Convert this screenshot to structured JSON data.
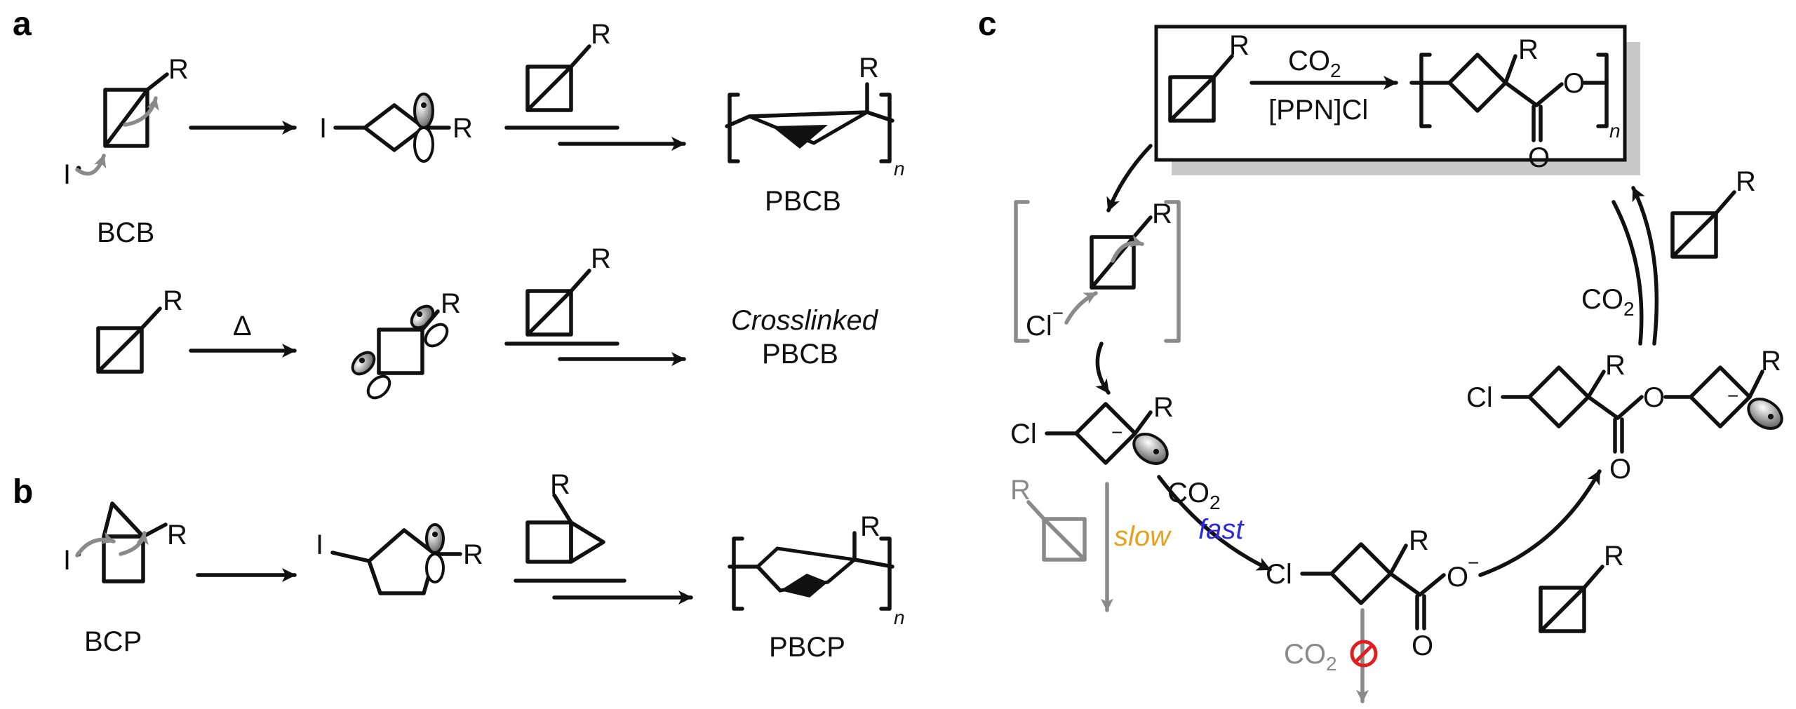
{
  "panels": {
    "a": "a",
    "b": "b",
    "c": "c"
  },
  "colors": {
    "ink": "#111111",
    "gray": "#8a8a8a",
    "slow": "#e8a020",
    "fast": "#2b2bd8",
    "forbidden": "#e02020"
  },
  "panel_a": {
    "row1": {
      "iodine_radical": "I",
      "substituent": "R",
      "monomer_name": "BCB",
      "intermediate_atom": "I",
      "intermediate_substituent": "R",
      "reagent_substituent": "R",
      "polymer_substituent": "R",
      "polymer_subscript": "n",
      "polymer_name": "PBCB"
    },
    "row2": {
      "substituent": "R",
      "heat": "Δ",
      "diradical_substituent": "R",
      "reagent_substituent": "R",
      "product_line1": "Crosslinked",
      "product_line2": "PBCB"
    }
  },
  "panel_b": {
    "iodine_radical": "I",
    "substituent": "R",
    "monomer_name": "BCP",
    "intermediate_atom": "I",
    "intermediate_substituent": "R",
    "reagent_substituent": "R",
    "polymer_substituent": "R",
    "polymer_subscript": "n",
    "polymer_name": "PBCP"
  },
  "panel_c": {
    "box": {
      "monomer_substituent": "R",
      "reagent_co2": "CO",
      "reagent_co2_sub": "2",
      "catalyst": "[PPN]Cl",
      "polymer_substituent": "R",
      "ester_o": "O",
      "carbonyl_o": "O",
      "subscript": "n"
    },
    "bracket_substituent": "R",
    "chloride": "Cl",
    "chloride_charge": "−",
    "anion_cl": "Cl",
    "anion_substituent": "R",
    "anion_charge": "−",
    "slow_monomer_substituent": "R",
    "slow_label": "slow",
    "co2_fast": "CO",
    "co2_fast_sub": "2",
    "fast_label": "fast",
    "carboxylate_cl": "Cl",
    "carboxylate_substituent": "R",
    "carboxylate_o": "O",
    "carboxylate_charge": "−",
    "carboxylate_carbonyl_o": "O",
    "lost_co2": "CO",
    "lost_co2_sub": "2",
    "monomer_bottom_substituent": "R",
    "ester_cl": "Cl",
    "ester_substituent1": "R",
    "ester_o": "O",
    "ester_carbonyl_o": "O",
    "ester_substituent2": "R",
    "ester_charge": "−",
    "co2_right": "CO",
    "co2_right_sub": "2",
    "monomer_right_substituent": "R"
  }
}
